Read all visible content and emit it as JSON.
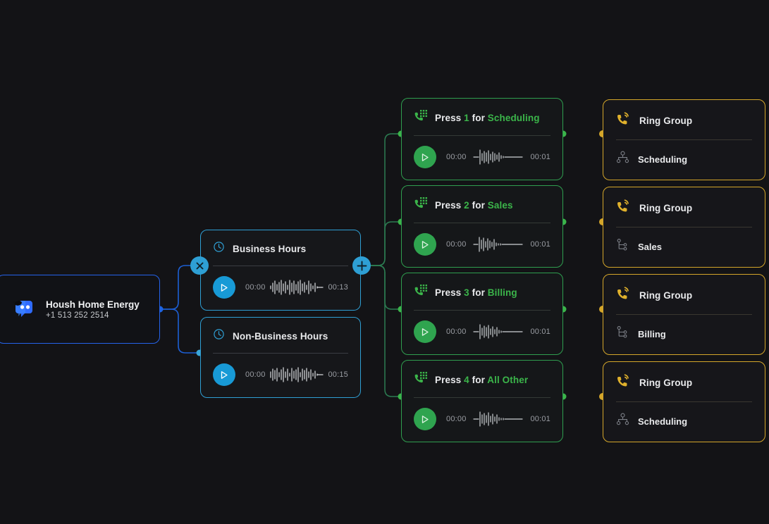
{
  "theme": {
    "background": "#131316",
    "blue_accent": "#2f9fd4",
    "deep_blue": "#2563eb",
    "green_accent": "#3bb54a",
    "yellow_accent": "#d4a62a",
    "text_primary": "#e9eaec",
    "text_muted": "#9a9da3"
  },
  "origin": {
    "icon": "chat-bubble-sunglasses-logo",
    "name": "Housh Home Energy",
    "phone": "+1 513 252 2514"
  },
  "controls": {
    "close_handle": "close-icon",
    "add_handle": "plus-icon"
  },
  "hours_cards": [
    {
      "icon": "clock-icon",
      "title": "Business Hours",
      "play_icon": "play-icon",
      "current_time": "00:00",
      "total_time": "00:13",
      "waveform": "audio-waveform"
    },
    {
      "icon": "clock-icon",
      "title": "Non-Business Hours",
      "play_icon": "play-icon",
      "current_time": "00:00",
      "total_time": "00:15",
      "waveform": "audio-waveform"
    }
  ],
  "ivr_options": [
    {
      "icon": "phone-dialpad-icon",
      "press_label": "Press",
      "digit": "1",
      "for_label": "for",
      "destination": "Scheduling",
      "play_icon": "play-icon",
      "current_time": "00:00",
      "total_time": "00:01",
      "waveform": "audio-waveform"
    },
    {
      "icon": "phone-dialpad-icon",
      "press_label": "Press",
      "digit": "2",
      "for_label": "for",
      "destination": "Sales",
      "play_icon": "play-icon",
      "current_time": "00:00",
      "total_time": "00:01",
      "waveform": "audio-waveform"
    },
    {
      "icon": "phone-dialpad-icon",
      "press_label": "Press",
      "digit": "3",
      "for_label": "for",
      "destination": "Billing",
      "play_icon": "play-icon",
      "current_time": "00:00",
      "total_time": "00:01",
      "waveform": "audio-waveform"
    },
    {
      "icon": "phone-dialpad-icon",
      "press_label": "Press",
      "digit": "4",
      "for_label": "for",
      "destination": "All Other",
      "play_icon": "play-icon",
      "current_time": "00:00",
      "total_time": "00:01",
      "waveform": "audio-waveform"
    }
  ],
  "ring_groups": [
    {
      "icon": "phone-ringing-icon",
      "title": "Ring Group",
      "target_icon": "org-chart-icon",
      "target": "Scheduling"
    },
    {
      "icon": "phone-ringing-icon",
      "title": "Ring Group",
      "target_icon": "branch-tree-icon",
      "target": "Sales"
    },
    {
      "icon": "phone-ringing-icon",
      "title": "Ring Group",
      "target_icon": "branch-tree-icon",
      "target": "Billing"
    },
    {
      "icon": "phone-ringing-icon",
      "title": "Ring Group",
      "target_icon": "org-chart-icon",
      "target": "Scheduling"
    }
  ]
}
